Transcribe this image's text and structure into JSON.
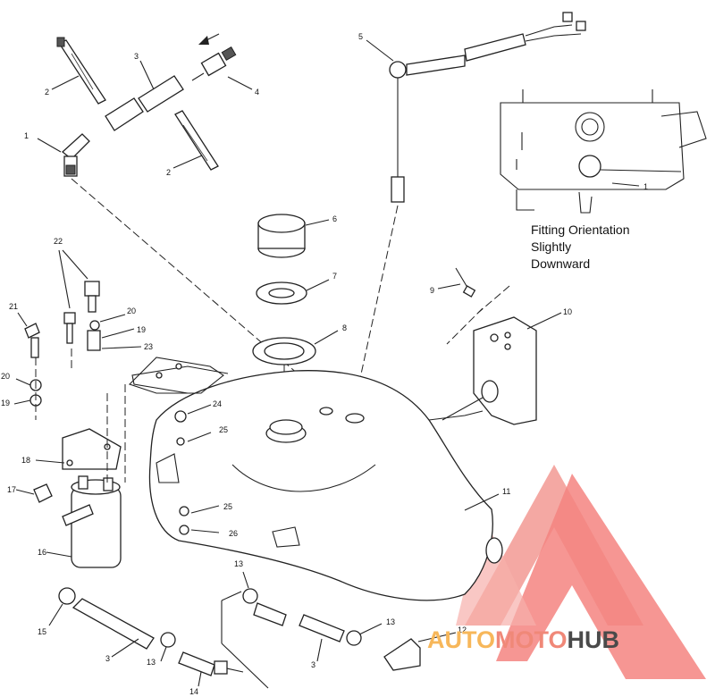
{
  "callouts": [
    {
      "id": "c1a",
      "text": "1"
    },
    {
      "id": "c2a",
      "text": "2"
    },
    {
      "id": "c3a",
      "text": "3"
    },
    {
      "id": "c4",
      "text": "4"
    },
    {
      "id": "c2b",
      "text": "2"
    },
    {
      "id": "c5",
      "text": "5"
    },
    {
      "id": "c6",
      "text": "6"
    },
    {
      "id": "c7",
      "text": "7"
    },
    {
      "id": "c8",
      "text": "8"
    },
    {
      "id": "c9",
      "text": "9"
    },
    {
      "id": "c10",
      "text": "10"
    },
    {
      "id": "c11",
      "text": "11"
    },
    {
      "id": "c12",
      "text": "12"
    },
    {
      "id": "c13a",
      "text": "13"
    },
    {
      "id": "c13b",
      "text": "13"
    },
    {
      "id": "c13c",
      "text": "13"
    },
    {
      "id": "c14",
      "text": "14"
    },
    {
      "id": "c15",
      "text": "15"
    },
    {
      "id": "c16",
      "text": "16"
    },
    {
      "id": "c17",
      "text": "17"
    },
    {
      "id": "c18",
      "text": "18"
    },
    {
      "id": "c19a",
      "text": "19"
    },
    {
      "id": "c19b",
      "text": "19"
    },
    {
      "id": "c20a",
      "text": "20"
    },
    {
      "id": "c20b",
      "text": "20"
    },
    {
      "id": "c21",
      "text": "21"
    },
    {
      "id": "c22",
      "text": "22"
    },
    {
      "id": "c23",
      "text": "23"
    },
    {
      "id": "c24",
      "text": "24"
    },
    {
      "id": "c25a",
      "text": "25"
    },
    {
      "id": "c25b",
      "text": "25"
    },
    {
      "id": "c26",
      "text": "26"
    },
    {
      "id": "c3b",
      "text": "3"
    },
    {
      "id": "c3c",
      "text": "3"
    },
    {
      "id": "c1b",
      "text": "1"
    }
  ],
  "note": {
    "line1": "Fitting Orientation",
    "line2": "Slightly",
    "line3": "Downward"
  },
  "watermark": {
    "part1": "AUTO",
    "part2": "MOTO",
    "part3": "HUB",
    "color1": "#f7b75a",
    "color2": "#f08878",
    "color3": "#4a4a4a",
    "logo_color": "#f08080"
  }
}
